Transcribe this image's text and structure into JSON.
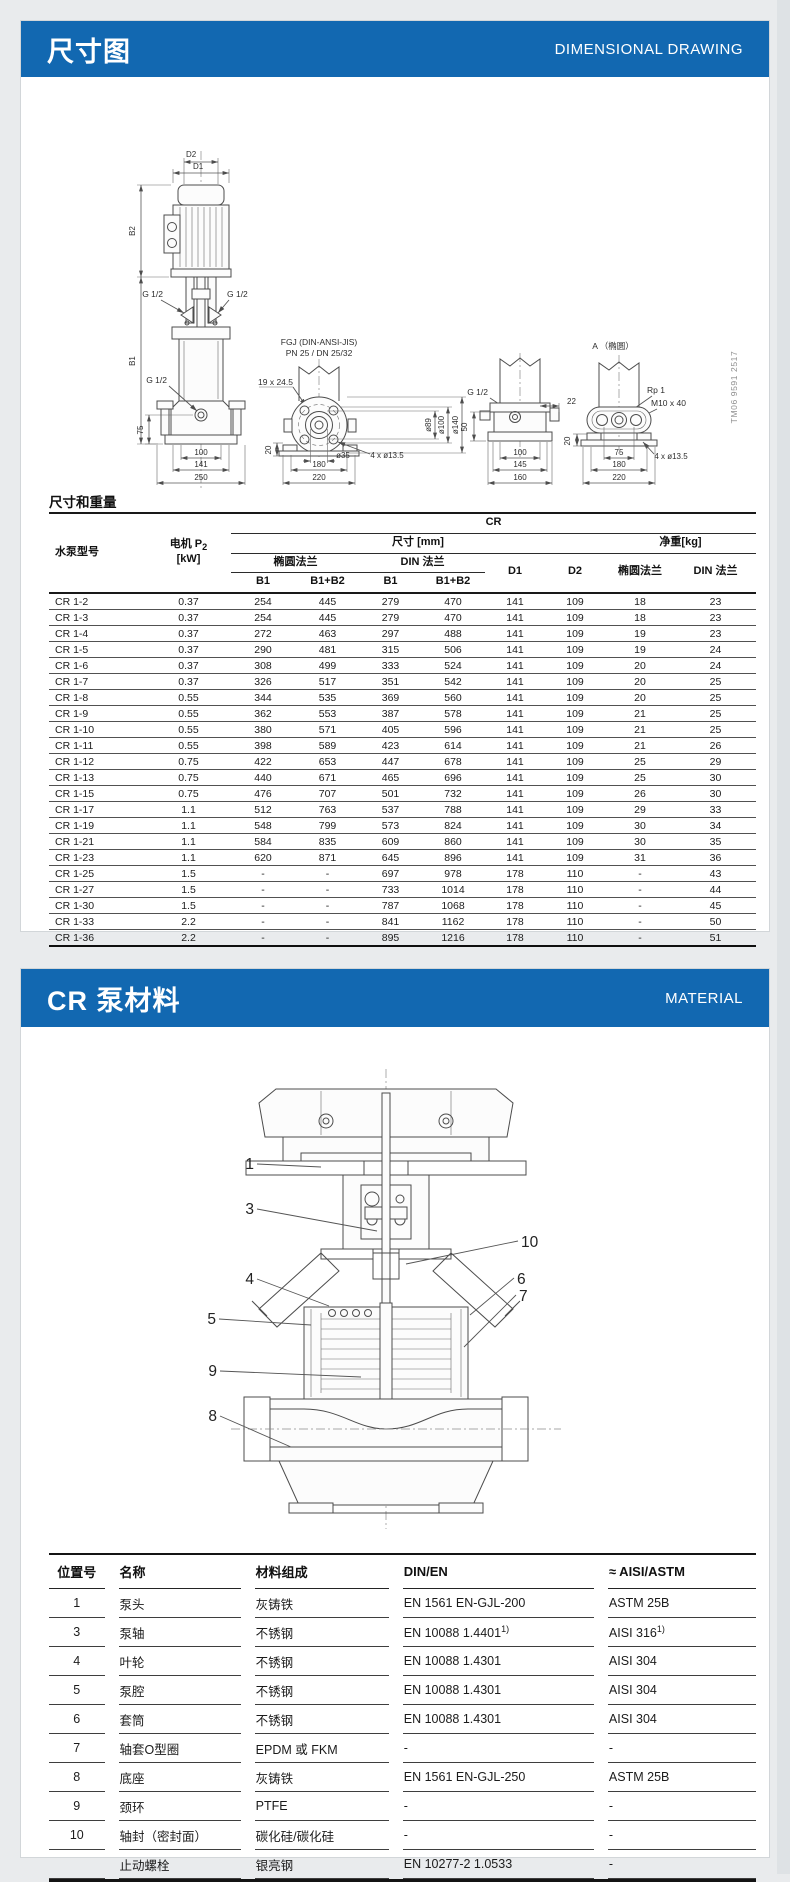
{
  "section_dimensions": {
    "header": {
      "title_zh": "尺寸图",
      "title_en": "DIMENSIONAL DRAWING"
    },
    "drawing": {
      "code_vertical": "TM06 9591 2517",
      "front_view": {
        "d2": "D2",
        "d1": "D1",
        "b2": "B2",
        "b1": "B1",
        "g12_left": "G 1/2",
        "g12_right": "G 1/2",
        "g12_drain": "G 1/2",
        "dim_75": "75",
        "dim_100": "100",
        "dim_141": "141",
        "dim_250": "250"
      },
      "fgj_view": {
        "title_line1": "FGJ (DIN-ANSI-JIS)",
        "title_line2": "PN 25 / DN 25/32",
        "slot": "19 x 24.5",
        "dia_89": "ø89",
        "dia_100": "ø100",
        "dia_140": "ø140",
        "dim_20": "20",
        "dia_35": "ø35",
        "dim_180": "180",
        "dim_220": "220",
        "holes": "4 x ø13.5"
      },
      "side_view": {
        "g12": "G 1/2",
        "dim_22": "22",
        "dim_50": "50",
        "dim_100": "100",
        "dim_145": "145",
        "dim_160": "160"
      },
      "oval_view": {
        "title": "A （椭圆）",
        "rp1": "Rp 1",
        "m10": "M10 x 40",
        "dim_20": "20",
        "dim_75": "75",
        "dim_180": "180",
        "dim_220": "220",
        "holes": "4 x ø13.5"
      }
    },
    "table_title": "尺寸和重量",
    "table": {
      "group": "CR",
      "col_model": "水泵型号",
      "col_motor_main": "电机 P",
      "col_motor_sub": "2",
      "col_motor_unit": "[kW]",
      "group_dims": "尺寸 [mm]",
      "group_weight": "净重[kg]",
      "oval_flange": "椭圆法兰",
      "din_flange": "DIN 法兰",
      "b1": "B1",
      "b1b2": "B1+B2",
      "b1_2": "B1",
      "b1b2_2": "B1+B2",
      "d1": "D1",
      "d2": "D2",
      "weight_oval": "椭圆法兰",
      "weight_din": "DIN 法兰",
      "rows": [
        [
          "CR 1-2",
          "0.37",
          "254",
          "445",
          "279",
          "470",
          "141",
          "109",
          "18",
          "23"
        ],
        [
          "CR 1-3",
          "0.37",
          "254",
          "445",
          "279",
          "470",
          "141",
          "109",
          "18",
          "23"
        ],
        [
          "CR 1-4",
          "0.37",
          "272",
          "463",
          "297",
          "488",
          "141",
          "109",
          "19",
          "23"
        ],
        [
          "CR 1-5",
          "0.37",
          "290",
          "481",
          "315",
          "506",
          "141",
          "109",
          "19",
          "24"
        ],
        [
          "CR 1-6",
          "0.37",
          "308",
          "499",
          "333",
          "524",
          "141",
          "109",
          "20",
          "24"
        ],
        [
          "CR 1-7",
          "0.37",
          "326",
          "517",
          "351",
          "542",
          "141",
          "109",
          "20",
          "25"
        ],
        [
          "CR 1-8",
          "0.55",
          "344",
          "535",
          "369",
          "560",
          "141",
          "109",
          "20",
          "25"
        ],
        [
          "CR 1-9",
          "0.55",
          "362",
          "553",
          "387",
          "578",
          "141",
          "109",
          "21",
          "25"
        ],
        [
          "CR 1-10",
          "0.55",
          "380",
          "571",
          "405",
          "596",
          "141",
          "109",
          "21",
          "25"
        ],
        [
          "CR 1-11",
          "0.55",
          "398",
          "589",
          "423",
          "614",
          "141",
          "109",
          "21",
          "26"
        ],
        [
          "CR 1-12",
          "0.75",
          "422",
          "653",
          "447",
          "678",
          "141",
          "109",
          "25",
          "29"
        ],
        [
          "CR 1-13",
          "0.75",
          "440",
          "671",
          "465",
          "696",
          "141",
          "109",
          "25",
          "30"
        ],
        [
          "CR 1-15",
          "0.75",
          "476",
          "707",
          "501",
          "732",
          "141",
          "109",
          "26",
          "30"
        ],
        [
          "CR 1-17",
          "1.1",
          "512",
          "763",
          "537",
          "788",
          "141",
          "109",
          "29",
          "33"
        ],
        [
          "CR 1-19",
          "1.1",
          "548",
          "799",
          "573",
          "824",
          "141",
          "109",
          "30",
          "34"
        ],
        [
          "CR 1-21",
          "1.1",
          "584",
          "835",
          "609",
          "860",
          "141",
          "109",
          "30",
          "35"
        ],
        [
          "CR 1-23",
          "1.1",
          "620",
          "871",
          "645",
          "896",
          "141",
          "109",
          "31",
          "36"
        ],
        [
          "CR 1-25",
          "1.5",
          "-",
          "-",
          "697",
          "978",
          "178",
          "110",
          "-",
          "43"
        ],
        [
          "CR 1-27",
          "1.5",
          "-",
          "-",
          "733",
          "1014",
          "178",
          "110",
          "-",
          "44"
        ],
        [
          "CR 1-30",
          "1.5",
          "-",
          "-",
          "787",
          "1068",
          "178",
          "110",
          "-",
          "45"
        ],
        [
          "CR 1-33",
          "2.2",
          "-",
          "-",
          "841",
          "1162",
          "178",
          "110",
          "-",
          "50"
        ],
        [
          "CR 1-36",
          "2.2",
          "-",
          "-",
          "895",
          "1216",
          "178",
          "110",
          "-",
          "51"
        ]
      ]
    }
  },
  "section_material": {
    "header": {
      "title_zh": "CR 泵材料",
      "title_en": "MATERIAL"
    },
    "callouts": {
      "c1": "1",
      "c3": "3",
      "c4": "4",
      "c5": "5",
      "c6": "6",
      "c7": "7",
      "c8": "8",
      "c9": "9",
      "c10": "10"
    },
    "table": {
      "headers": [
        "位置号",
        "名称",
        "材料组成",
        "DIN/EN",
        "≈ AISI/ASTM"
      ],
      "rows": [
        {
          "pos": "1",
          "name": "泵头",
          "material": "灰铸铁",
          "din": "EN 1561 EN-GJL-200",
          "din_sup": "",
          "aisi": "ASTM 25B",
          "aisi_sup": ""
        },
        {
          "pos": "3",
          "name": "泵轴",
          "material": "不锈钢",
          "din": "EN 10088 1.4401",
          "din_sup": "1)",
          "aisi": "AISI 316",
          "aisi_sup": "1)"
        },
        {
          "pos": "4",
          "name": "叶轮",
          "material": "不锈钢",
          "din": "EN 10088 1.4301",
          "din_sup": "",
          "aisi": "AISI 304",
          "aisi_sup": ""
        },
        {
          "pos": "5",
          "name": "泵腔",
          "material": "不锈钢",
          "din": "EN 10088 1.4301",
          "din_sup": "",
          "aisi": "AISI 304",
          "aisi_sup": ""
        },
        {
          "pos": "6",
          "name": "套筒",
          "material": "不锈钢",
          "din": "EN 10088 1.4301",
          "din_sup": "",
          "aisi": "AISI 304",
          "aisi_sup": ""
        },
        {
          "pos": "7",
          "name": "轴套O型圈",
          "material": "EPDM 或 FKM",
          "din": "-",
          "din_sup": "",
          "aisi": "-",
          "aisi_sup": ""
        },
        {
          "pos": "8",
          "name": "底座",
          "material": "灰铸铁",
          "din": "EN 1561 EN-GJL-250",
          "din_sup": "",
          "aisi": "ASTM 25B",
          "aisi_sup": ""
        },
        {
          "pos": "9",
          "name": "颈环",
          "material": "PTFE",
          "din": "-",
          "din_sup": "",
          "aisi": "-",
          "aisi_sup": ""
        },
        {
          "pos": "10",
          "name": "轴封（密封面）",
          "material": "碳化硅/碳化硅",
          "din": "-",
          "din_sup": "",
          "aisi": "-",
          "aisi_sup": ""
        },
        {
          "pos": "",
          "name": "止动螺栓",
          "material": "银亮钢",
          "din": "EN 10277-2 1.0533",
          "din_sup": "",
          "aisi": "-",
          "aisi_sup": ""
        }
      ]
    }
  }
}
